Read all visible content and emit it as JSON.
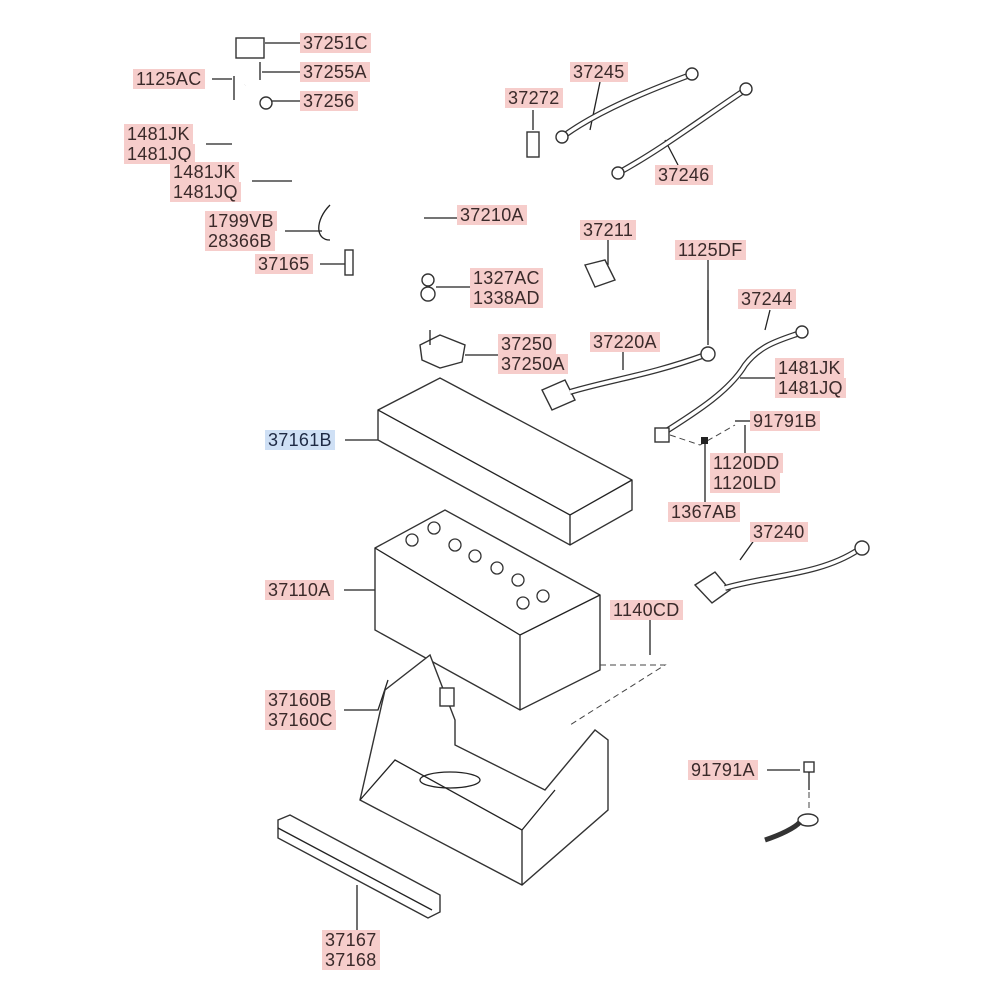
{
  "diagram": {
    "labels": {
      "p37251C": "37251C",
      "p37255A": "37255A",
      "p37256": "37256",
      "p1125AC": "1125AC",
      "p1481JK_a": "1481JK",
      "p1481JQ_a": "1481JQ",
      "p1481JK_b": "1481JK",
      "p1481JQ_b": "1481JQ",
      "p1799VB": "1799VB",
      "p28366B": "28366B",
      "p37165": "37165",
      "p37210A": "37210A",
      "p1327AC": "1327AC",
      "p1338AD": "1338AD",
      "p37250": "37250",
      "p37250A": "37250A",
      "p37161B": "37161B",
      "p37110A": "37110A",
      "p37160B": "37160B",
      "p37160C": "37160C",
      "p37167": "37167",
      "p37168": "37168",
      "p37272": "37272",
      "p37245": "37245",
      "p37246": "37246",
      "p37211": "37211",
      "p1125DF": "1125DF",
      "p37244": "37244",
      "p37220A": "37220A",
      "p1481JK_c": "1481JK",
      "p1481JQ_c": "1481JQ",
      "p91791B": "91791B",
      "p1120DD": "1120DD",
      "p1120LD": "1120LD",
      "p1367AB": "1367AB",
      "p37240": "37240",
      "p1140CD": "1140CD",
      "p91791A": "91791A"
    },
    "selected": "37161B",
    "colors": {
      "label_bg": "#f6cdcb",
      "selected_bg": "#cfe0f5"
    }
  }
}
